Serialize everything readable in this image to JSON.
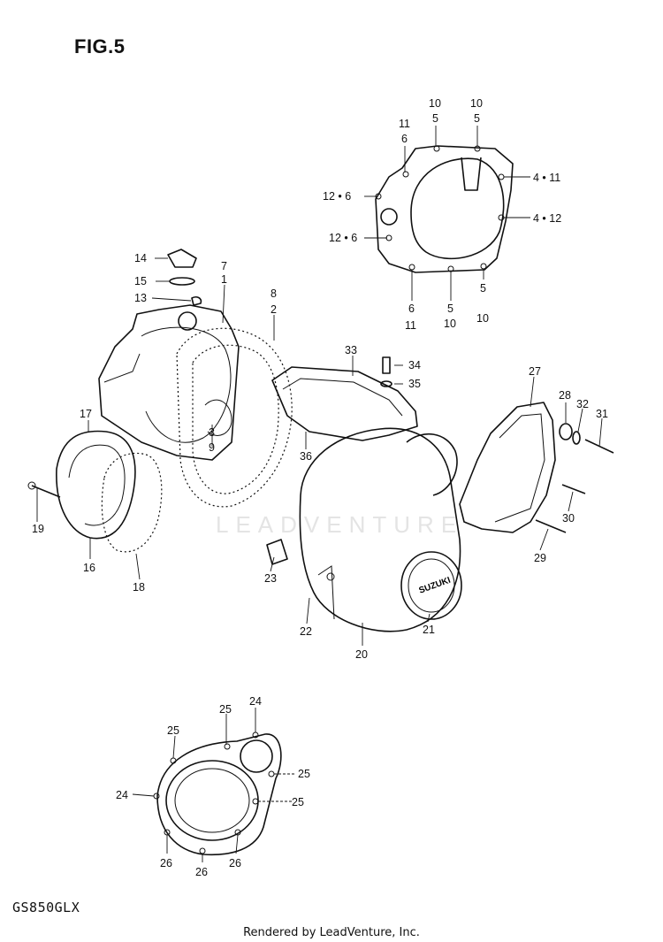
{
  "figure": {
    "title": "FIG.5",
    "model_code": "GS850GLX",
    "footer": "Rendered by LeadVenture, Inc."
  },
  "watermark": "LEADVENTURE",
  "callouts": {
    "c14": "14",
    "c15": "15",
    "c13": "13",
    "c7": "7",
    "c1": "1",
    "c8": "8",
    "c2": "2",
    "c3": "3",
    "c9": "9",
    "c17": "17",
    "c19": "19",
    "c16": "16",
    "c18": "18",
    "c33": "33",
    "c34": "34",
    "c35": "35",
    "c36": "36",
    "c27": "27",
    "c28": "28",
    "c32": "32",
    "c31": "31",
    "c30": "30",
    "c29": "29",
    "c23": "23",
    "c22": "22",
    "c20": "20",
    "c21": "21",
    "g_top_l1": "10",
    "g_top_l2": "5",
    "g_top_r1": "10",
    "g_top_r2": "5",
    "g_tl1": "11",
    "g_tl2": "6",
    "g_r1": "4 • 11",
    "g_l1": "12 • 6",
    "g_l2": "12 • 6",
    "g_r2": "4 • 12",
    "g_b1a": "6",
    "g_b1b": "11",
    "g_b2a": "5",
    "g_b2b": "10",
    "g_b3a": "5",
    "g_b3b": "10",
    "s24a": "24",
    "s25a": "25",
    "s25b": "25",
    "s25c": "25",
    "s25d": "25",
    "s24b": "24",
    "s26a": "26",
    "s26b": "26",
    "s26c": "26"
  },
  "brand_badge": "SUZUKI"
}
